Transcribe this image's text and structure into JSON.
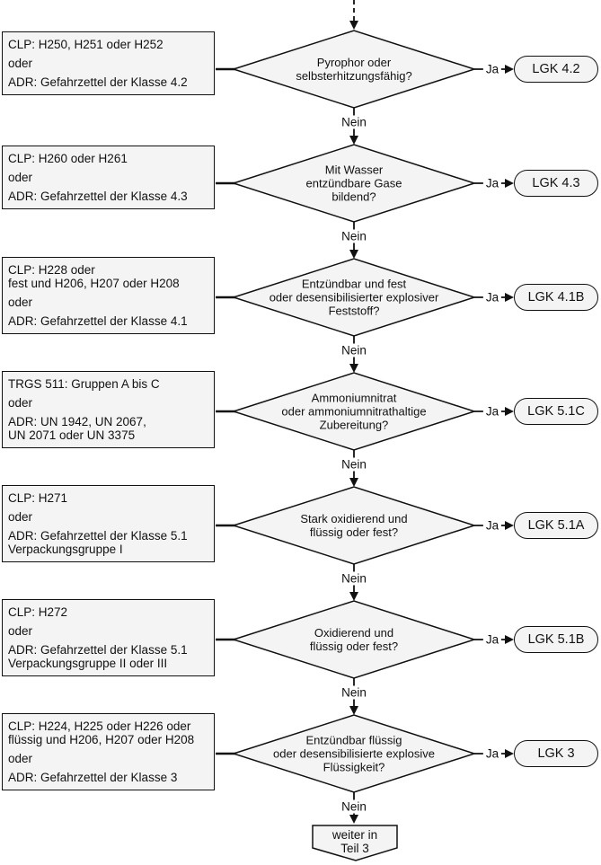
{
  "flow": {
    "rows": [
      {
        "criteria": {
          "p1": "CLP: H250, H251 oder H252",
          "p2": "oder",
          "p3": "ADR: Gefahrzettel der Klasse 4.2"
        },
        "question": "Pyrophor oder\nselbsterhitzungsfähig?",
        "yes_label": "Ja",
        "no_label": "Nein",
        "result": "LGK 4.2"
      },
      {
        "criteria": {
          "p1": "CLP: H260 oder H261",
          "p2": "oder",
          "p3": "ADR: Gefahrzettel der Klasse 4.3"
        },
        "question": "Mit Wasser\nentzündbare Gase\nbildend?",
        "yes_label": "Ja",
        "no_label": "Nein",
        "result": "LGK 4.3"
      },
      {
        "criteria": {
          "p1": "CLP: H228 oder\nfest und H206, H207 oder H208",
          "p2": "oder",
          "p3": "ADR: Gefahrzettel der Klasse 4.1"
        },
        "question": "Entzündbar und fest\noder desensibilisierter explosiver\nFeststoff?",
        "yes_label": "Ja",
        "no_label": "Nein",
        "result": "LGK 4.1B"
      },
      {
        "criteria": {
          "p1": "TRGS 511: Gruppen A bis C",
          "p2": "oder",
          "p3": "ADR: UN 1942, UN 2067,\nUN 2071 oder UN 3375"
        },
        "question": "Ammoniumnitrat\noder ammoniumnitrathaltige\nZubereitung?",
        "yes_label": "Ja",
        "no_label": "Nein",
        "result": "LGK 5.1C"
      },
      {
        "criteria": {
          "p1": "CLP: H271",
          "p2": "oder",
          "p3": "ADR: Gefahrzettel der Klasse 5.1\nVerpackungsgruppe I"
        },
        "question": "Stark oxidierend und\nflüssig oder fest?",
        "yes_label": "Ja",
        "no_label": "Nein",
        "result": "LGK 5.1A"
      },
      {
        "criteria": {
          "p1": "CLP: H272",
          "p2": "oder",
          "p3": "ADR: Gefahrzettel der Klasse 5.1\nVerpackungsgruppe II oder III"
        },
        "question": "Oxidierend und\nflüssig oder fest?",
        "yes_label": "Ja",
        "no_label": "Nein",
        "result": "LGK 5.1B"
      },
      {
        "criteria": {
          "p1": "CLP: H224, H225 oder H226 oder\nflüssig und H206, H207 oder H208",
          "p2": "oder",
          "p3": "ADR: Gefahrzettel der Klasse 3"
        },
        "question": "Entzündbar flüssig\noder desensibilisierte explosive\nFlüssigkeit?",
        "yes_label": "Ja",
        "no_label": "Nein",
        "result": "LGK 3"
      }
    ],
    "terminal": {
      "label": "weiter in\nTeil 3"
    }
  },
  "colors": {
    "shape_fill": "#f4f4f4",
    "stroke": "#111111",
    "background": "#ffffff"
  }
}
